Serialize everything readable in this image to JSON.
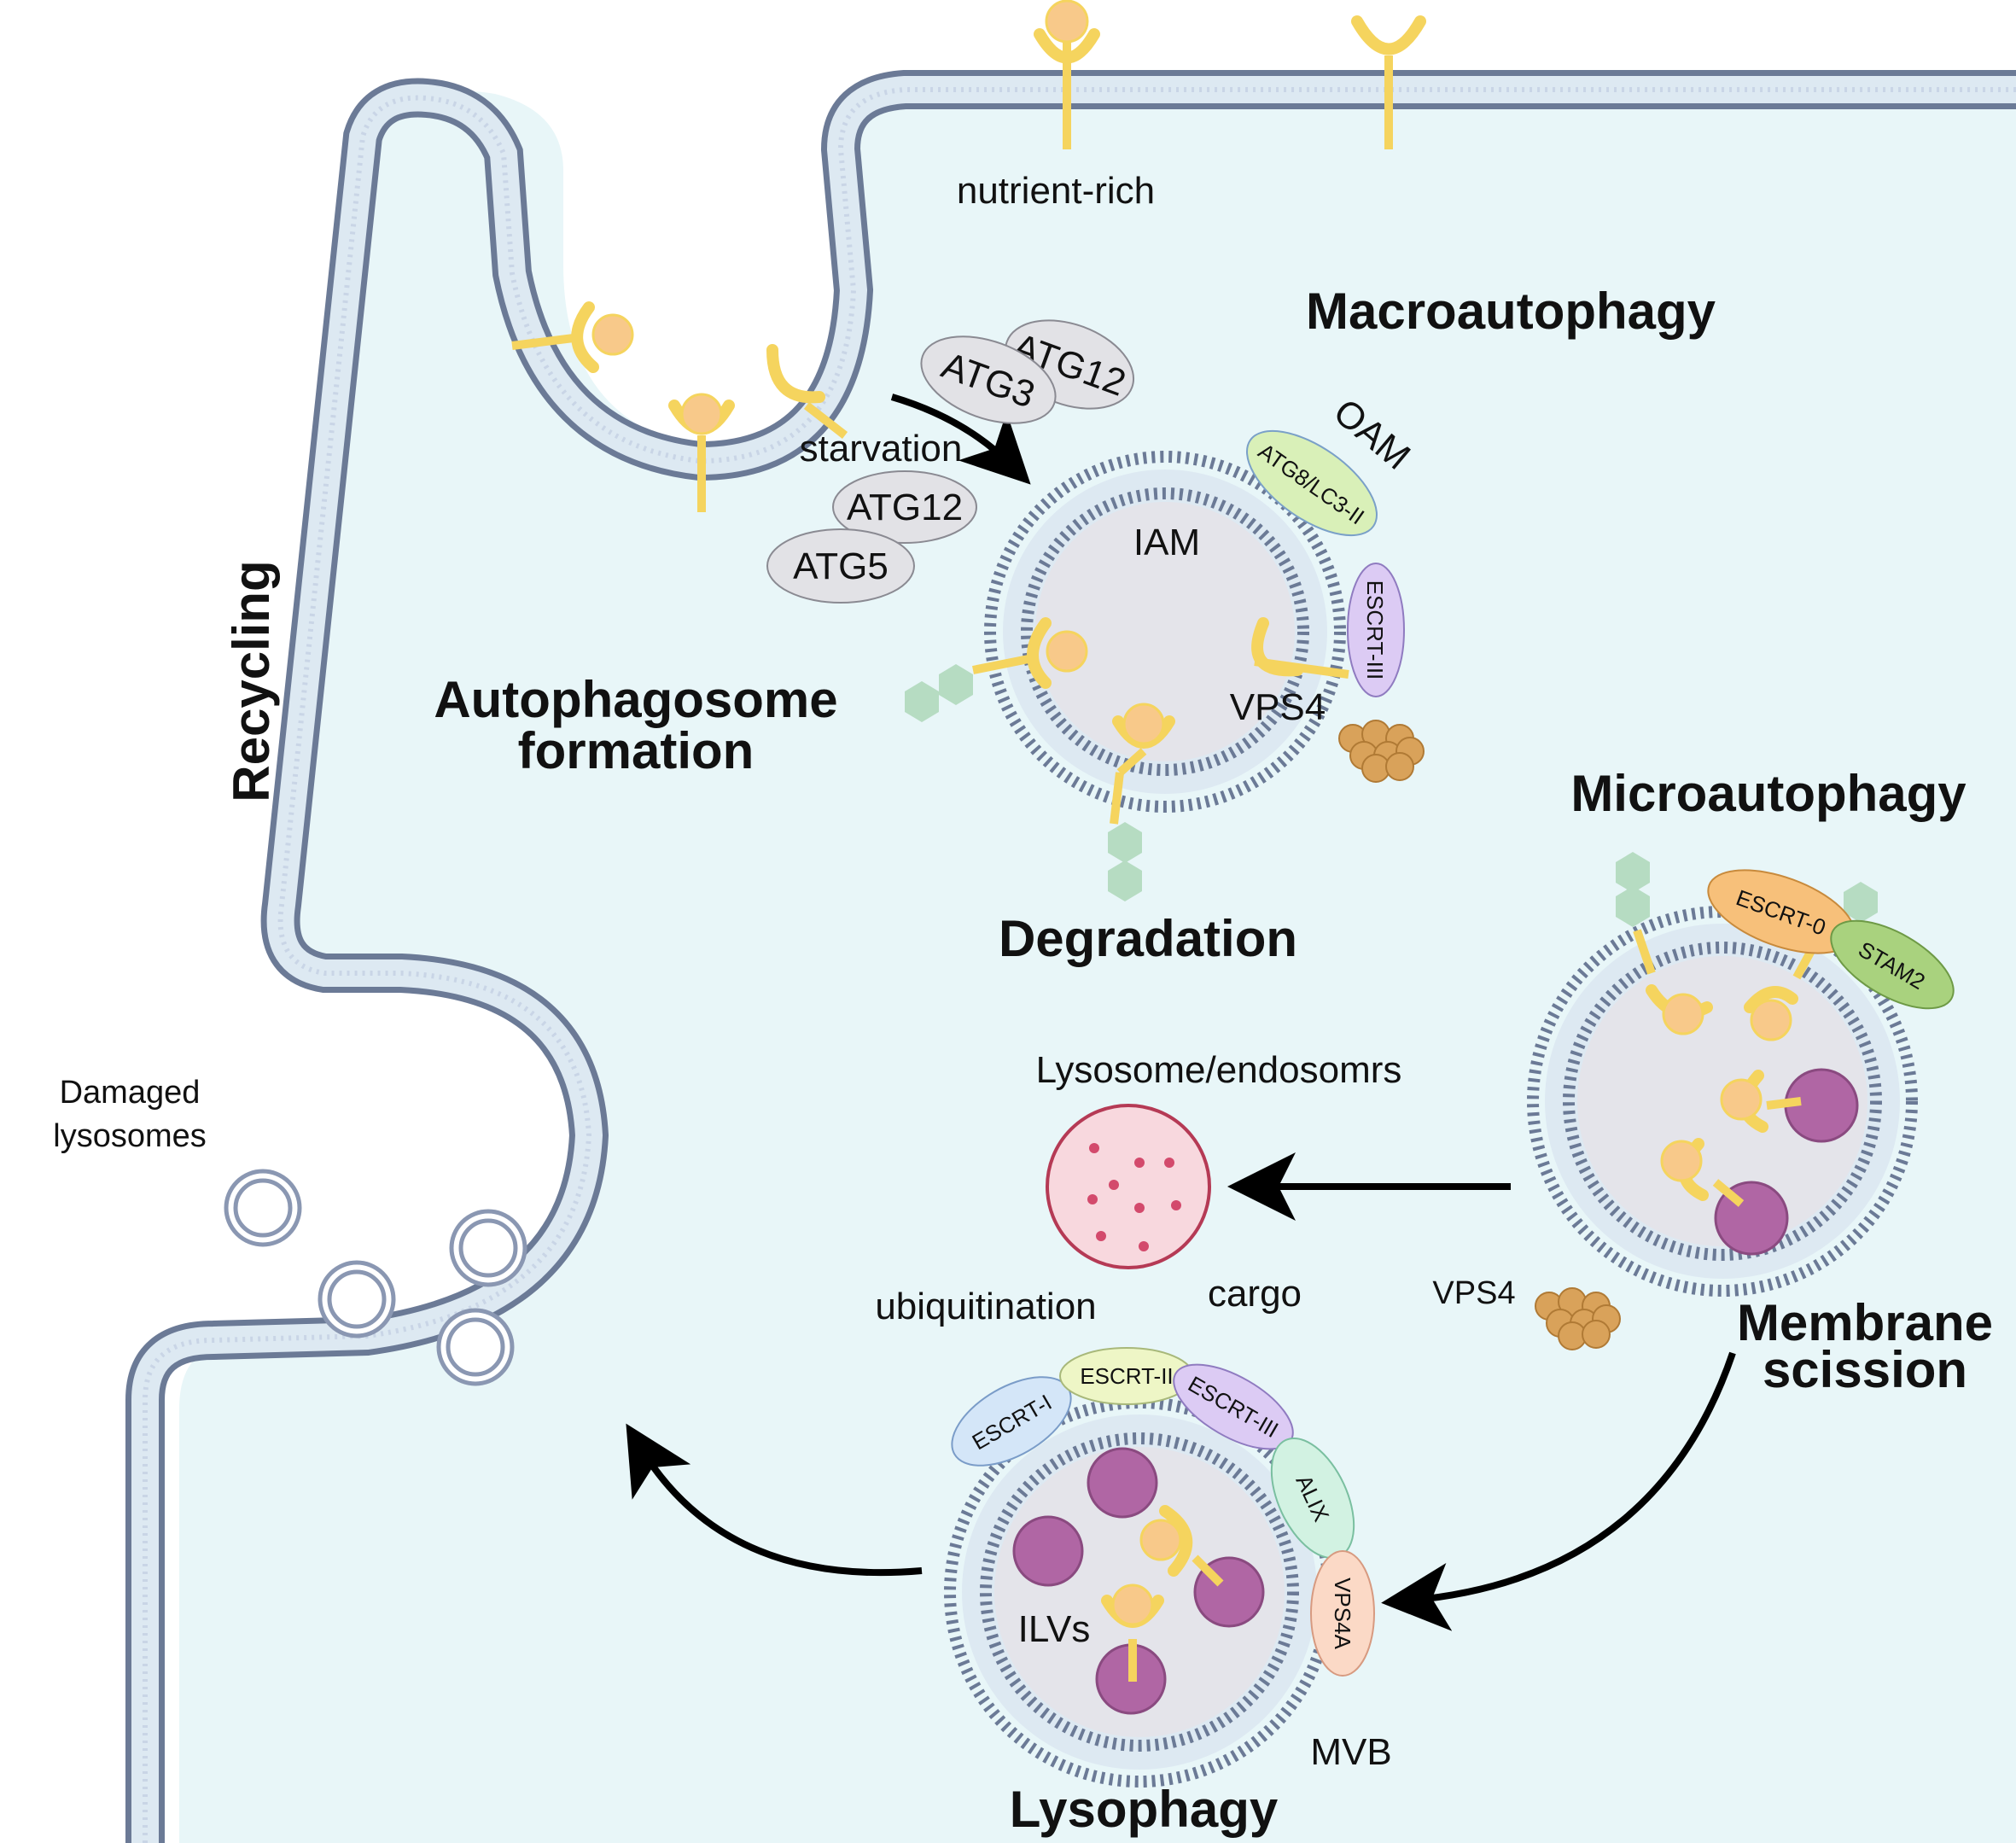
{
  "labels": {
    "nutrient_rich": "nutrient-rich",
    "macroautophagy": "Macroautophagy",
    "starvation": "starvation",
    "oam": "OAM",
    "iam": "IAM",
    "vps4_top": "VPS4",
    "autophagosome_line1": "Autophagosome",
    "autophagosome_line2": "formation",
    "recycling": "Recycling",
    "degradation": "Degradation",
    "microautophagy": "Microautophagy",
    "lysosome_endosomes": "Lysosome/endosomrs",
    "damaged_line1": "Damaged",
    "damaged_line2": "lysosomes",
    "ubiquitination": "ubiquitination",
    "cargo": "cargo",
    "vps4_mid": "VPS4",
    "membrane_line1": "Membrane",
    "membrane_line2": "scission",
    "ilvs": "ILVs",
    "mvb": "MVB",
    "lysophagy": "Lysophagy"
  },
  "proteins": {
    "atg12_top": "ATG12",
    "atg3": "ATG3",
    "atg12_low": "ATG12",
    "atg5": "ATG5",
    "atg8": "ATG8/LC3-II",
    "escrt3_top": "ESCRT-III",
    "escrt0": "ESCRT-0",
    "stam2": "STAM2",
    "escrt1": "ESCRT-I",
    "escrt2": "ESCRT-II",
    "escrt3_bottom": "ESCRT-III",
    "alix": "ALIX",
    "vps4a": "VPS4A"
  },
  "colors": {
    "cytoplasm": "#e8f6f8",
    "membrane": "#6b7a96",
    "receptor": "#f5d45e",
    "ligand": "#f8c98a",
    "vesicle_fill": "#e4e4ea",
    "ilv": "#b066a4",
    "lysosome": "#f8d8de",
    "lysosome_edge": "#b53a55",
    "cargo_green": "#b6dcc2",
    "vps4_cluster": "#d9a25a",
    "atg_grey": "#e2e2e6",
    "atg8_green": "#d9f0b8",
    "escrt3_purple": "#dccbf4",
    "escrt0_orange": "#f7c07a",
    "stam2_green": "#a9d27e",
    "escrt1_blue": "#d4e6f8",
    "escrt2_yellow": "#eef6c6",
    "alix_mint": "#d2f2e2",
    "vps4a_peach": "#fbd9c6"
  }
}
